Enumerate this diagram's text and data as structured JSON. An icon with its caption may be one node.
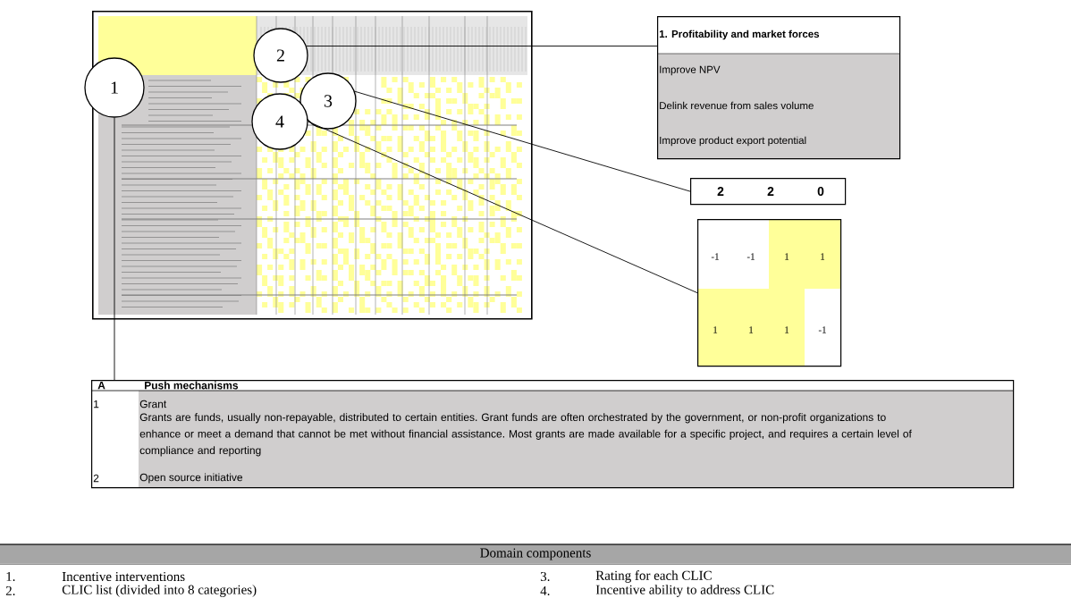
{
  "diagram": {
    "nodes": [
      {
        "text": [],
        "shape": "picture"
      },
      {
        "text": [
          "1"
        ]
      },
      {
        "text": [
          "2"
        ],
        "in": 0
      },
      {
        "text": [
          "3"
        ],
        "in": 0
      },
      {
        "text": [
          "4"
        ],
        "in": 0
      },
      {
        "text": [
          "1. Profitability and market forces",
          "Improve NPV",
          "Delink revenue from sales volume",
          "Improve product export potential"
        ]
      },
      {
        "text": [
          "2",
          "2",
          "0"
        ]
      },
      {
        "text": [
          "-1",
          "-1",
          "1",
          "1",
          "1",
          "1",
          "1",
          "-1"
        ]
      },
      {
        "text": [
          "A",
          "Push mechanisms",
          "1",
          "Grant",
          "Grants are funds, usually non-repayable, distributed to certain entities. Grant funds are often orchestrated by the government, or non-profit organizations to enhance or meet a demand that cannot be met without financial assistance. Most grants are made available for a specific project, and requires a certain level of compliance and reporting",
          "2",
          "Open source initiative"
        ]
      },
      {
        "text": [
          "Domain components",
          "1.",
          "Incentive interventions",
          "3.",
          "Rating for each CLIC",
          "2.",
          "CLIC list (divided into 8 categories)",
          "4.",
          "Incentive ability to address CLIC"
        ]
      }
    ],
    "edges": [
      {
        "from": 1,
        "to": 8,
        "arrow": "none"
      },
      {
        "from": 2,
        "to": 5,
        "arrow": "none"
      },
      {
        "from": 3,
        "to": 6,
        "arrow": "none"
      },
      {
        "from": 4,
        "to": 7,
        "arrow": "none"
      }
    ]
  }
}
